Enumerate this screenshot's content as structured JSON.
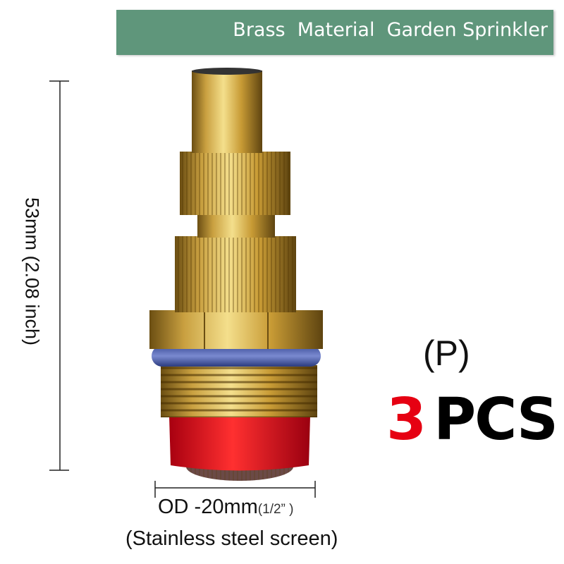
{
  "banner": {
    "title": "Brass  Material  Garden Sprinkler",
    "color": "#5f967b"
  },
  "dimensions": {
    "height_label": "53mm (2.08 inch)",
    "od_label": "OD -20mm",
    "od_inch": "(1/2” )",
    "screen_label": "(Stainless steel screen)"
  },
  "variant": {
    "label": "(P)"
  },
  "quantity": {
    "number": "3",
    "unit": "PCS",
    "number_color": "#e60012"
  },
  "product": {
    "icon": "brass-sprinkler-nozzle-icon"
  }
}
